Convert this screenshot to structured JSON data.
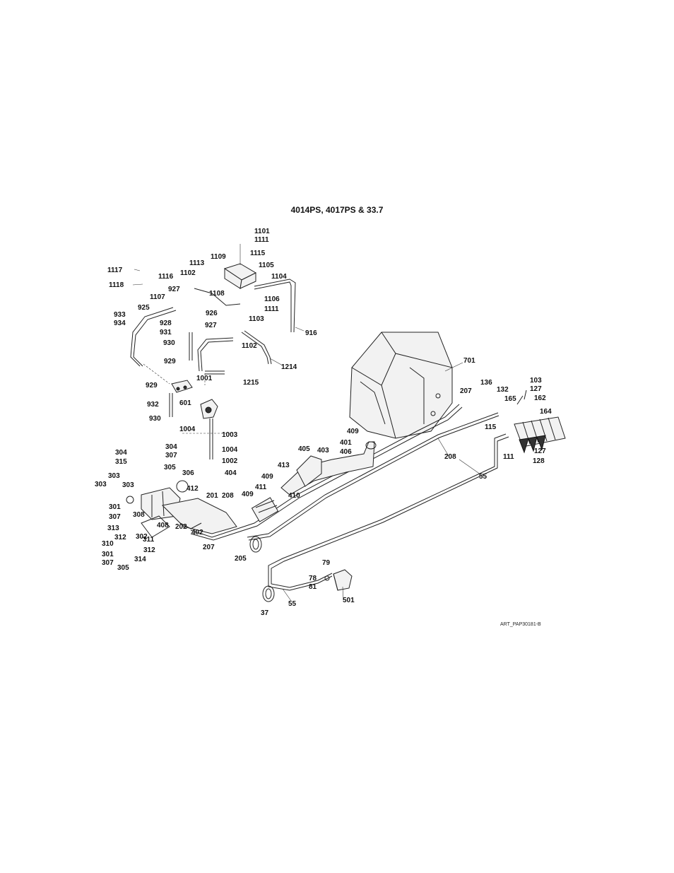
{
  "title": "4014PS, 4017PS & 33.7",
  "art_code": "ART_PAP30181-B",
  "callouts": [
    "1101",
    "1111",
    "1115",
    "1109",
    "1105",
    "1104",
    "1113",
    "1117",
    "1118",
    "1116",
    "1102",
    "927",
    "1108",
    "1107",
    "1106",
    "1111",
    "925",
    "926",
    "1103",
    "933",
    "934",
    "928",
    "927",
    "931",
    "916",
    "930",
    "1102",
    "1214",
    "929",
    "1001",
    "1215",
    "929",
    "701",
    "601",
    "932",
    "930",
    "136",
    "132",
    "103",
    "127",
    "162",
    "165",
    "207",
    "164",
    "1004",
    "1003",
    "409",
    "115",
    "304",
    "304",
    "315",
    "307",
    "405",
    "403",
    "401",
    "406",
    "1004",
    "1002",
    "208",
    "111",
    "127",
    "128",
    "305",
    "306",
    "413",
    "404",
    "303",
    "409",
    "55",
    "303",
    "303",
    "412",
    "411",
    "409",
    "201",
    "208",
    "410",
    "301",
    "307",
    "308",
    "408",
    "202",
    "402",
    "313",
    "302",
    "312",
    "311",
    "310",
    "312",
    "207",
    "205",
    "301",
    "314",
    "307",
    "305",
    "79",
    "78",
    "81",
    "501",
    "55",
    "37"
  ]
}
